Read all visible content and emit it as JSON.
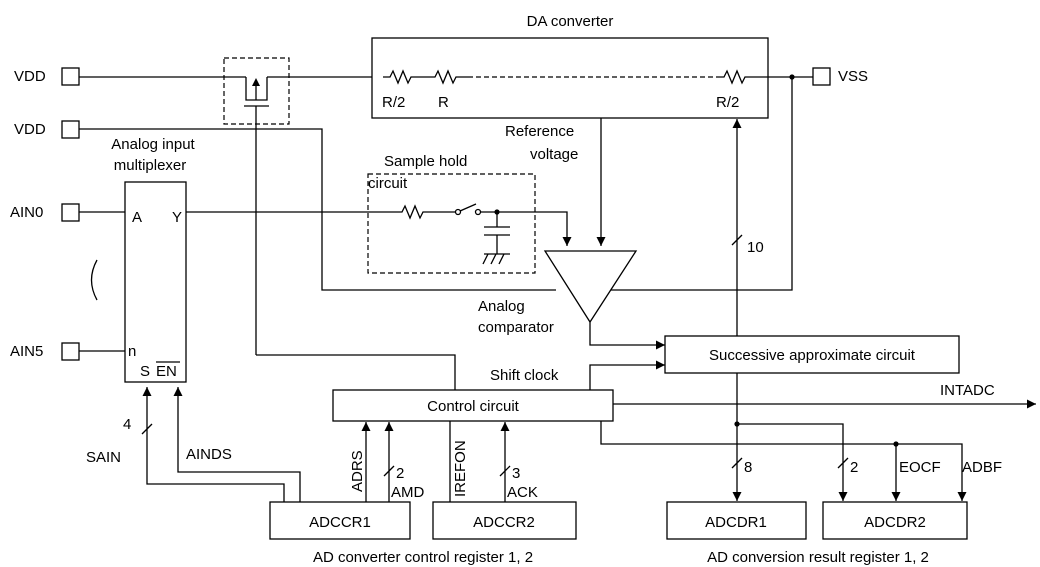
{
  "pins": {
    "vdd_top": "VDD",
    "vdd_second": "VDD",
    "vss": "VSS",
    "ain0": "AIN0",
    "ain5": "AIN5"
  },
  "blocks": {
    "da_converter": "DA converter",
    "analog_mux_line1": "Analog input",
    "analog_mux_line2": "multiplexer",
    "mux_a": "A",
    "mux_y": "Y",
    "mux_n": "n",
    "mux_s": "S",
    "mux_en": "EN",
    "sample_hold_line1": "Sample hold",
    "sample_hold_line2": "circuit",
    "reference_line1": "Reference",
    "reference_line2": "voltage",
    "comparator_line1": "Analog",
    "comparator_line2": "comparator",
    "successive": "Successive approximate circuit",
    "control": "Control circuit",
    "shift_clock": "Shift clock",
    "adccr1": "ADCCR1",
    "adccr2": "ADCCR2",
    "adcdr1": "ADCDR1",
    "adcdr2": "ADCDR2"
  },
  "resistors": {
    "r_half_left": "R/2",
    "r": "R",
    "r_half_right": "R/2"
  },
  "signals": {
    "intadc": "INTADC",
    "sain": "SAIN",
    "ainds": "AINDS",
    "adrs": "ADRS",
    "amd": "AMD",
    "irefon": "IREFON",
    "ack": "ACK",
    "eocf": "EOCF",
    "adbf": "ADBF"
  },
  "bus_widths": {
    "sain": "4",
    "amd": "2",
    "ack": "3",
    "da_bus": "10",
    "adcdr1_bus": "8",
    "adcdr2_bus": "2"
  },
  "captions": {
    "control_registers": "AD converter control register 1, 2",
    "result_registers": "AD conversion result register 1, 2"
  }
}
